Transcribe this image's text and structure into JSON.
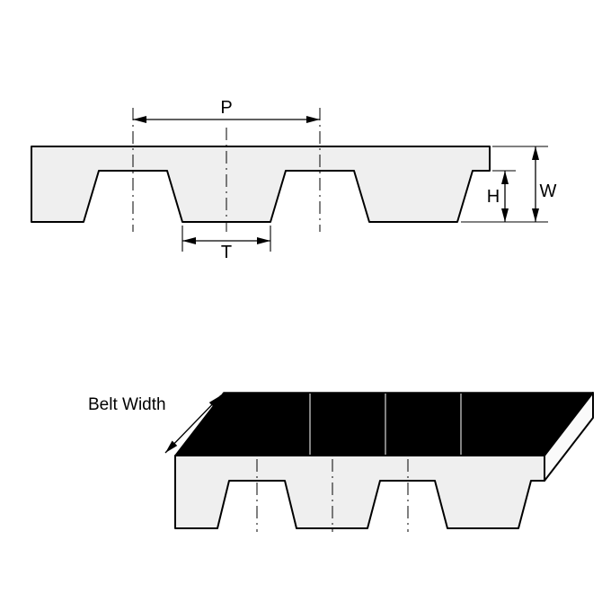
{
  "labels": {
    "pitch": "P",
    "tooth_bottom_width": "T",
    "tooth_height": "H",
    "belt_thickness": "W",
    "belt_width": "Belt Width"
  },
  "colors": {
    "belt_fill": "#efefef",
    "belt_end_fill": "#fafafa",
    "top_face_fill": "#000000",
    "line": "#000000",
    "background": "#ffffff"
  }
}
